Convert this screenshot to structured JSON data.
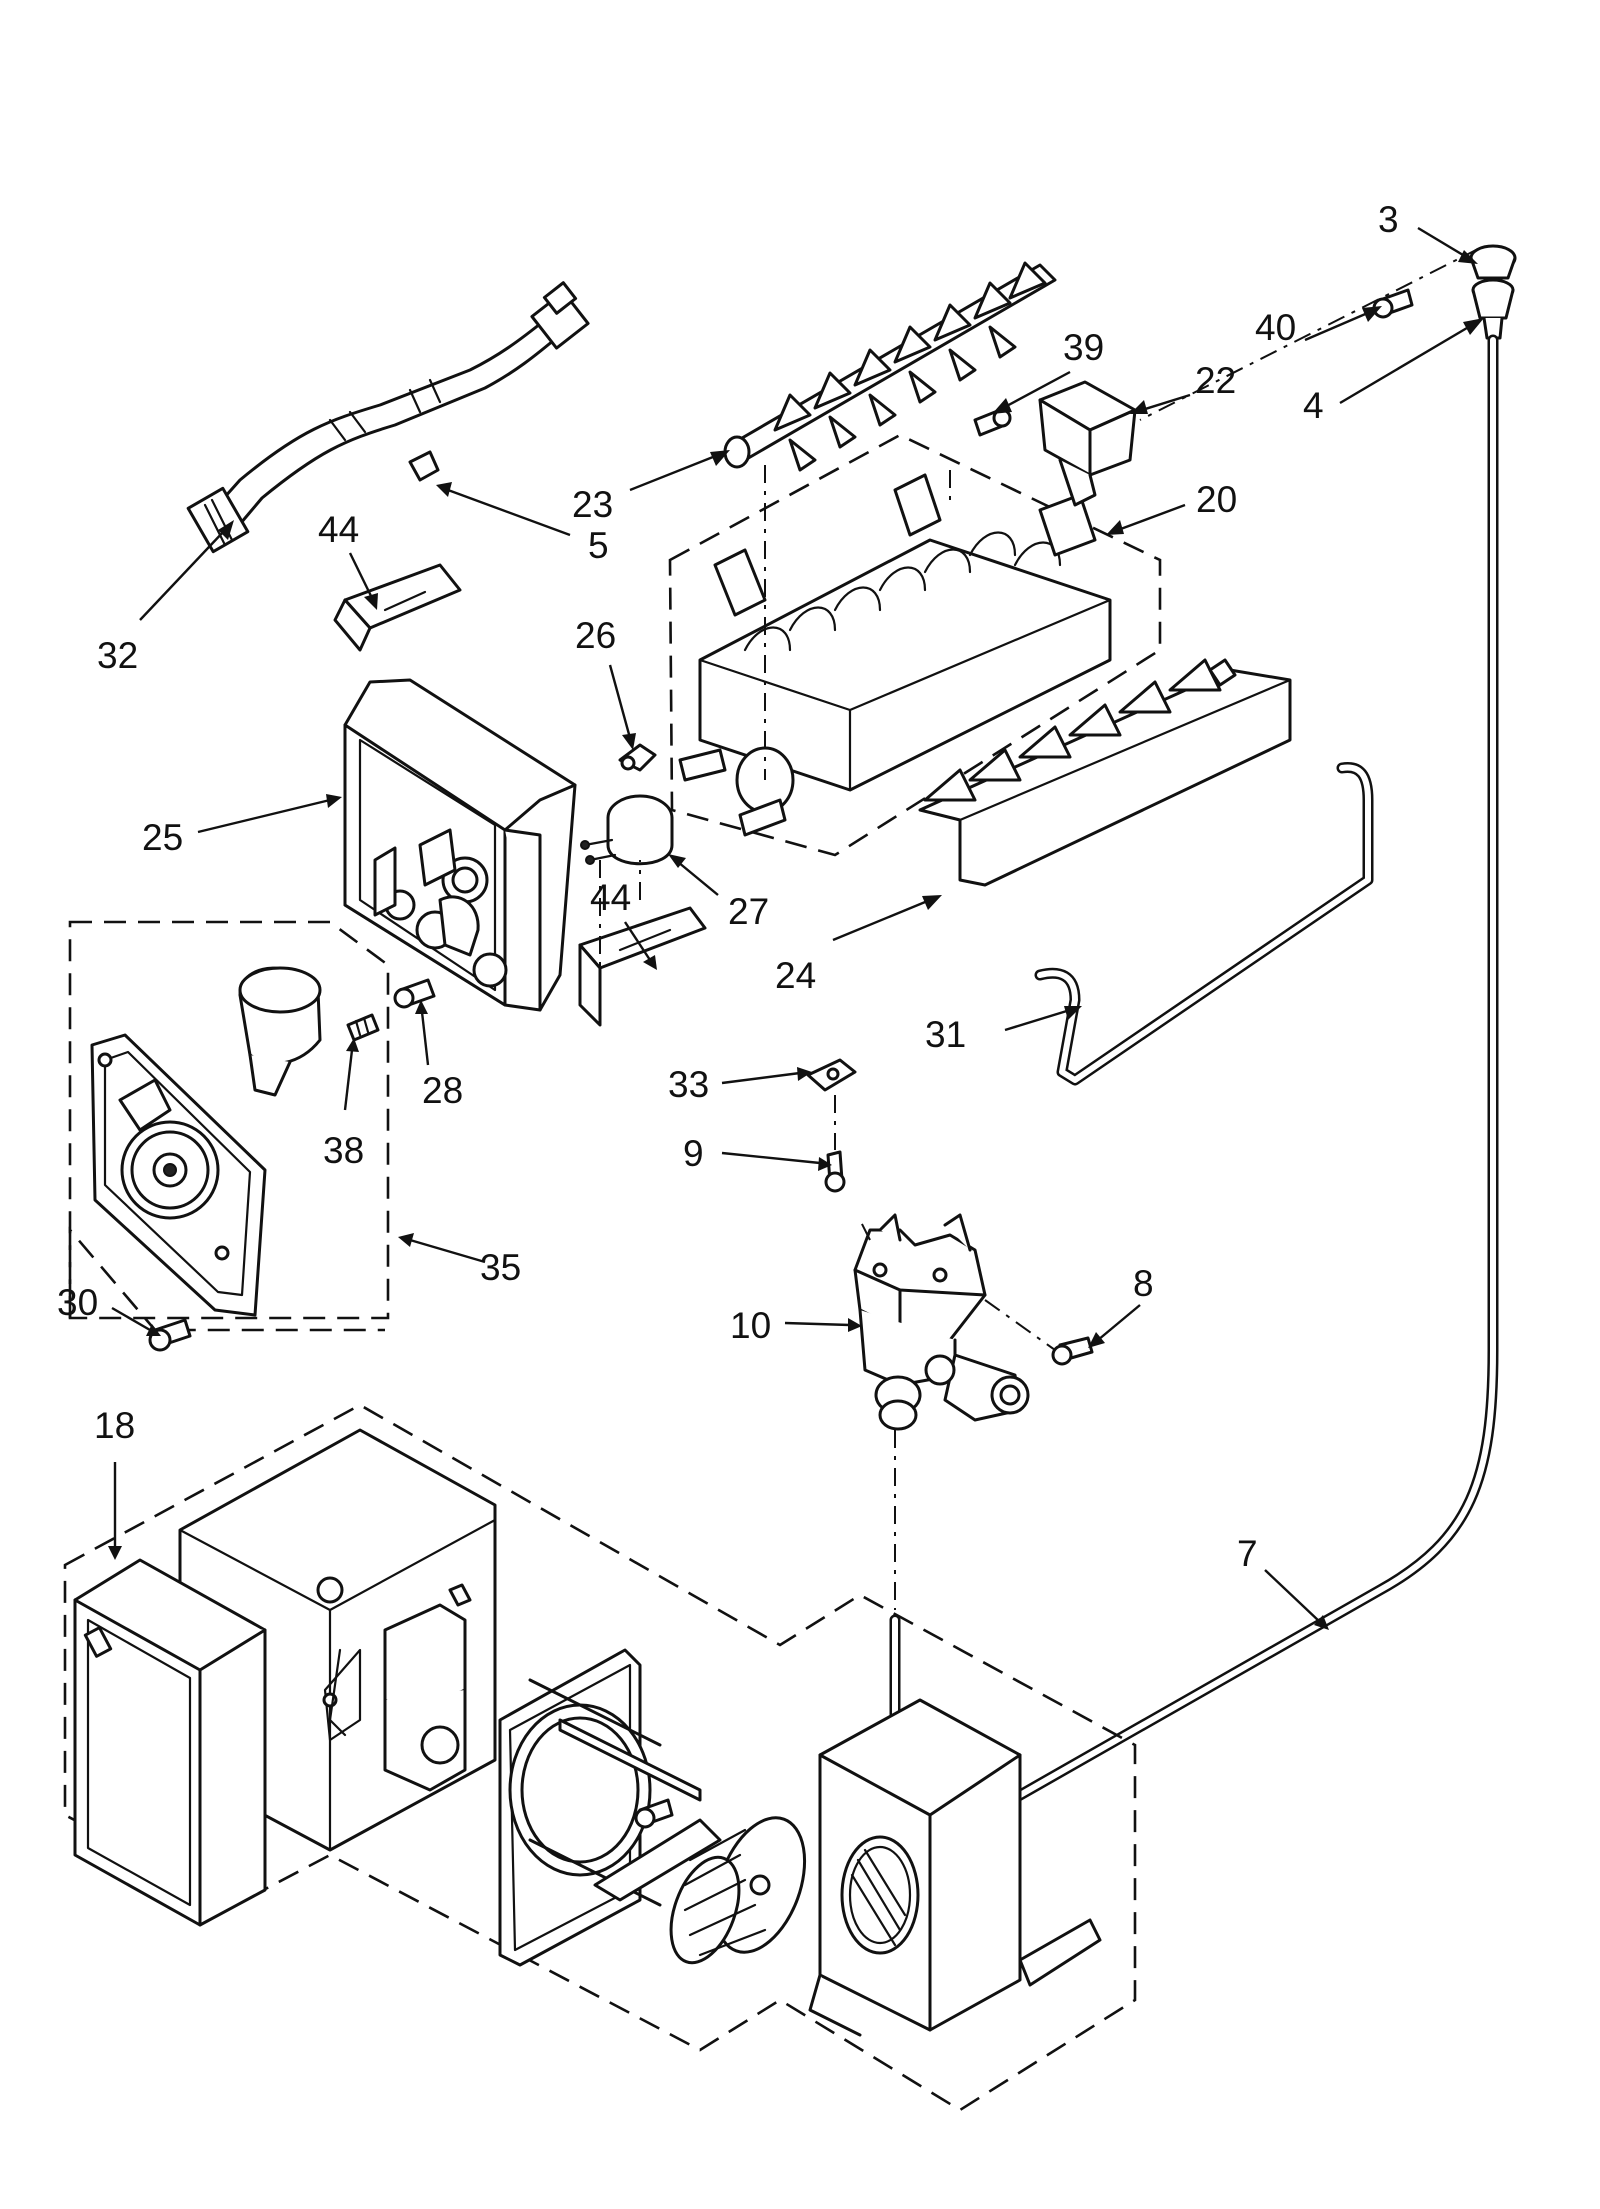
{
  "diagram": {
    "callouts": [
      {
        "id": "3",
        "label": "3"
      },
      {
        "id": "40",
        "label": "40"
      },
      {
        "id": "4",
        "label": "4"
      },
      {
        "id": "39",
        "label": "39"
      },
      {
        "id": "22",
        "label": "22"
      },
      {
        "id": "23",
        "label": "23"
      },
      {
        "id": "5",
        "label": "5"
      },
      {
        "id": "20",
        "label": "20"
      },
      {
        "id": "44a",
        "label": "44"
      },
      {
        "id": "32",
        "label": "32"
      },
      {
        "id": "26",
        "label": "26"
      },
      {
        "id": "25",
        "label": "25"
      },
      {
        "id": "44b",
        "label": "44"
      },
      {
        "id": "27",
        "label": "27"
      },
      {
        "id": "24",
        "label": "24"
      },
      {
        "id": "31",
        "label": "31"
      },
      {
        "id": "28",
        "label": "28"
      },
      {
        "id": "38",
        "label": "38"
      },
      {
        "id": "33",
        "label": "33"
      },
      {
        "id": "9",
        "label": "9"
      },
      {
        "id": "35",
        "label": "35"
      },
      {
        "id": "8",
        "label": "8"
      },
      {
        "id": "30",
        "label": "30"
      },
      {
        "id": "10",
        "label": "10"
      },
      {
        "id": "18",
        "label": "18"
      },
      {
        "id": "7",
        "label": "7"
      }
    ]
  }
}
